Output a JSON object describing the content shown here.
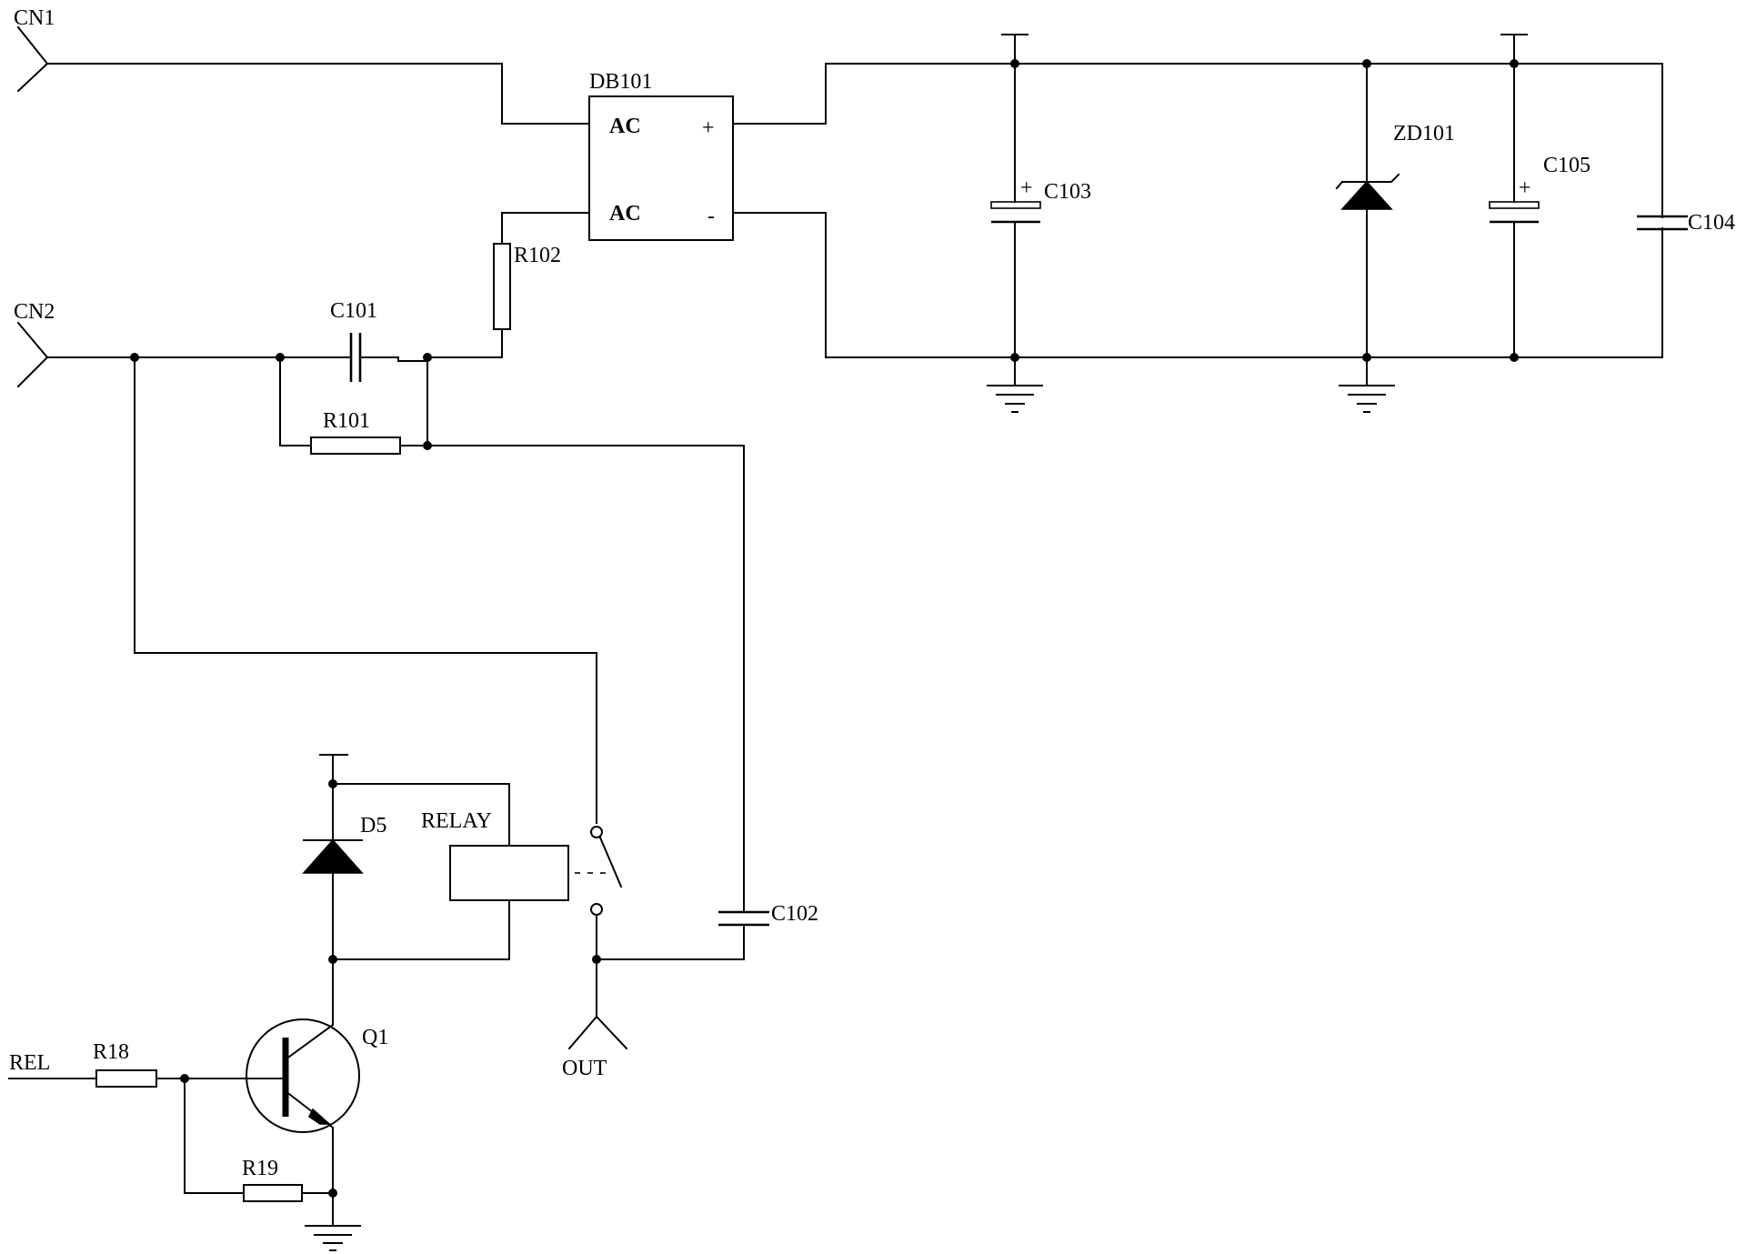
{
  "labels": {
    "cn1": "CN1",
    "cn2": "CN2",
    "db101": "DB101",
    "ac_top": "AC",
    "ac_bottom": "AC",
    "plus": "+",
    "minus": "-",
    "r102": "R102",
    "c101": "C101",
    "r101": "R101",
    "c103": "C103",
    "c103_plus": "+",
    "zd101": "ZD101",
    "c105": "C105",
    "c105_plus": "+",
    "c104": "C104",
    "d5": "D5",
    "relay": "RELAY",
    "c102": "C102",
    "out": "OUT",
    "q1": "Q1",
    "rel": "REL",
    "r18": "R18",
    "r19": "R19"
  }
}
